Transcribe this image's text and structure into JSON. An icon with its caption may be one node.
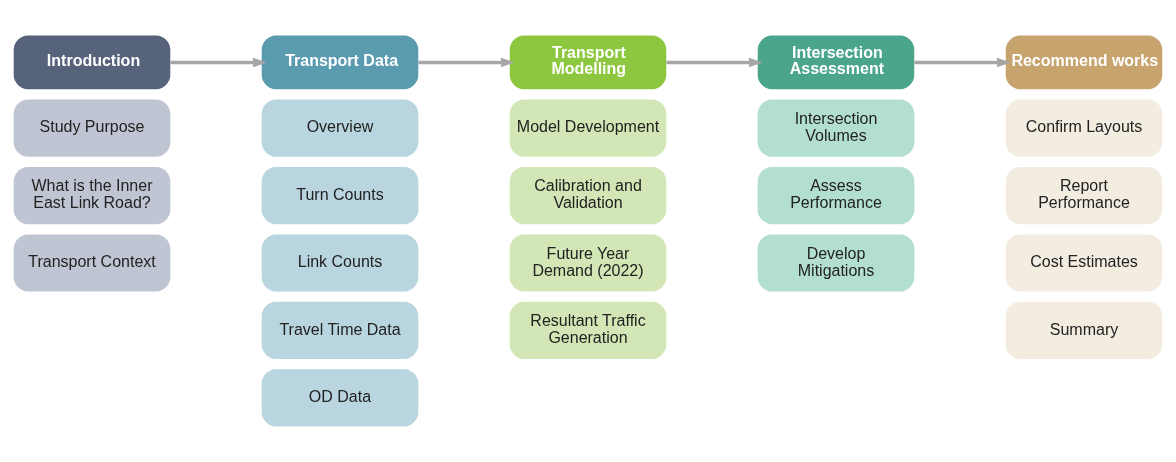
{
  "diagram": {
    "nodes": [
      {
        "text": [
          "Introduction"
        ]
      },
      {
        "text": [
          "Study Purpose"
        ]
      },
      {
        "text": [
          "What is the Inner East Link Road?"
        ]
      },
      {
        "text": [
          "Transport Context"
        ]
      },
      {
        "text": [
          "Transport Data"
        ]
      },
      {
        "text": [
          "Overview"
        ]
      },
      {
        "text": [
          "Turn Counts"
        ]
      },
      {
        "text": [
          "Link Counts"
        ]
      },
      {
        "text": [
          "Travel Time Data"
        ]
      },
      {
        "text": [
          "OD Data"
        ]
      },
      {
        "text": [
          "Transport Modelling"
        ]
      },
      {
        "text": [
          "Model Development"
        ]
      },
      {
        "text": [
          "Calibration and Validation"
        ]
      },
      {
        "text": [
          "Future Year Demand (2022)"
        ]
      },
      {
        "text": [
          "Resultant Traffic Generation"
        ]
      },
      {
        "text": [
          "Intersection Assessment"
        ]
      },
      {
        "text": [
          "Intersection Volumes"
        ]
      },
      {
        "text": [
          "Assess Performance"
        ]
      },
      {
        "text": [
          "Develop Mitigations"
        ]
      },
      {
        "text": [
          "Recommend works"
        ]
      },
      {
        "text": [
          "Confirm Layouts"
        ]
      },
      {
        "text": [
          "Report Performance"
        ]
      },
      {
        "text": [
          "Cost Estimates"
        ]
      },
      {
        "text": [
          "Summary"
        ]
      }
    ],
    "edges": [
      {
        "from": 0,
        "to": 4,
        "arrow": "to"
      },
      {
        "from": 4,
        "to": 10,
        "arrow": "to"
      },
      {
        "from": 10,
        "to": 15,
        "arrow": "to"
      },
      {
        "from": 15,
        "to": 19,
        "arrow": "to"
      }
    ]
  }
}
